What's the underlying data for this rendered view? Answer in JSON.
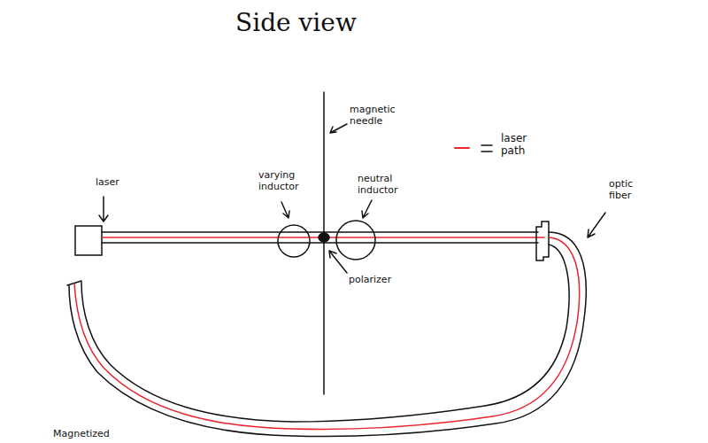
{
  "diagram": {
    "title": "Side view",
    "labels": [
      "magnetic needle",
      "laser",
      "varying inductor",
      "neutral inductor",
      "polarizer",
      "optic fiber",
      "Magnetized"
    ],
    "legend": [
      {
        "text": "laser path"
      }
    ]
  }
}
